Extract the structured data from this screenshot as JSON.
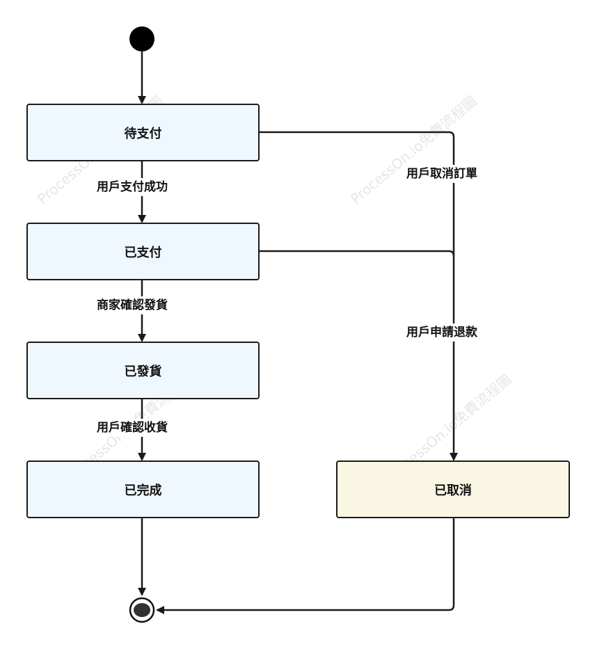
{
  "states": {
    "pending_payment": "待支付",
    "paid": "已支付",
    "shipped": "已發貨",
    "completed": "已完成",
    "cancelled": "已取消"
  },
  "transitions": {
    "user_paid": "用戶支付成功",
    "merchant_shipped": "商家確認發貨",
    "user_received": "用戶確認收貨",
    "user_cancel_order": "用戶取消訂單",
    "user_request_refund": "用戶申請退款"
  },
  "watermark": "ProcessOn.io免費流程圖",
  "colors": {
    "state_fill": "#f0f8ff",
    "cancelled_fill": "#faf6e4",
    "line": "#1a1a1a"
  }
}
